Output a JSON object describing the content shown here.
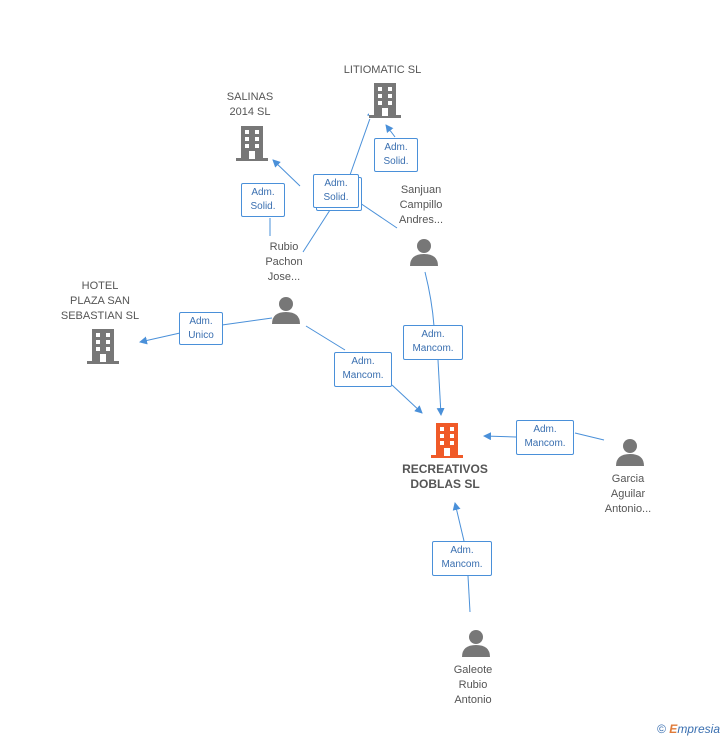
{
  "nodes": {
    "litiomatic": {
      "label": "LITIOMATIC  SL",
      "type": "company"
    },
    "salinas": {
      "label": "SALINAS\n2014  SL",
      "type": "company"
    },
    "hotel": {
      "label": "HOTEL\nPLAZA SAN\nSEBASTIAN  SL",
      "type": "company"
    },
    "recreativos": {
      "label": "RECREATIVOS\nDOBLAS SL",
      "type": "company-main"
    },
    "sanjuan": {
      "label": "Sanjuan\nCampillo\nAndres...",
      "type": "person"
    },
    "rubio": {
      "label": "Rubio\nPachon\nJose...",
      "type": "person"
    },
    "garcia": {
      "label": "Garcia\nAguilar\nAntonio...",
      "type": "person"
    },
    "galeote": {
      "label": "Galeote\nRubio\nAntonio",
      "type": "person"
    }
  },
  "edges": {
    "rubio_salinas": "Adm.\nSolid.",
    "rubio_litiomatic": "Adm.\nSolid.",
    "sanjuan_litiomatic": "Adm.\nSolid.",
    "rubio_hotel": "Adm.\nUnico",
    "rubio_recreativos": "Adm.\nMancom.",
    "sanjuan_recreativos": "Adm.\nMancom.",
    "garcia_recreativos": "Adm.\nMancom.",
    "galeote_recreativos": "Adm.\nMancom."
  },
  "colors": {
    "edge": "#4a90d9",
    "company_icon": "#777777",
    "main_company_icon": "#f05a28",
    "person_icon": "#777777"
  },
  "footer": {
    "copyright": "©",
    "brand_initial": "E",
    "brand_rest": "mpresia"
  }
}
